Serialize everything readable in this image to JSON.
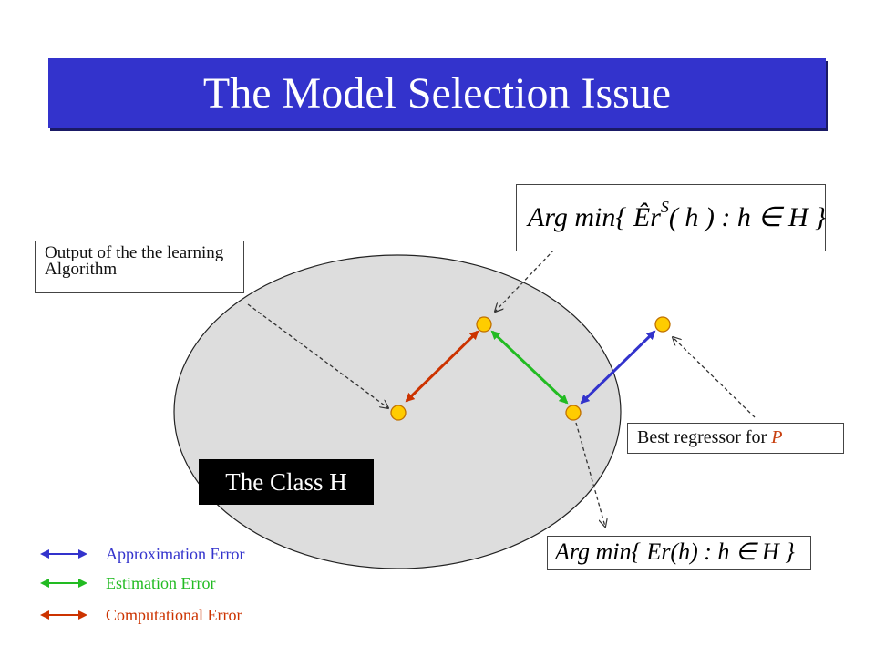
{
  "title": "The Model Selection Issue",
  "labels": {
    "output": "Output of the the learning Algorithm",
    "best_prefix": "Best regressor for ",
    "best_var": "P",
    "class": "The Class H"
  },
  "formulas": {
    "top": "Arg min{ Êr",
    "top_sup": "S",
    "top_rest": "( h ) : h ∈ H }",
    "bottom": "Arg min{ Er(h) : h ∈ H }"
  },
  "legend": [
    {
      "label": "Approximation Error",
      "color": "#3333cc"
    },
    {
      "label": "Estimation Error",
      "color": "#22bb22"
    },
    {
      "label": "Computational Error",
      "color": "#cc3300"
    }
  ],
  "colors": {
    "title_bg": "#3333cc",
    "ellipse_fill": "#dddddd",
    "node_fill": "#ffcc00",
    "node_stroke": "#c07000"
  }
}
